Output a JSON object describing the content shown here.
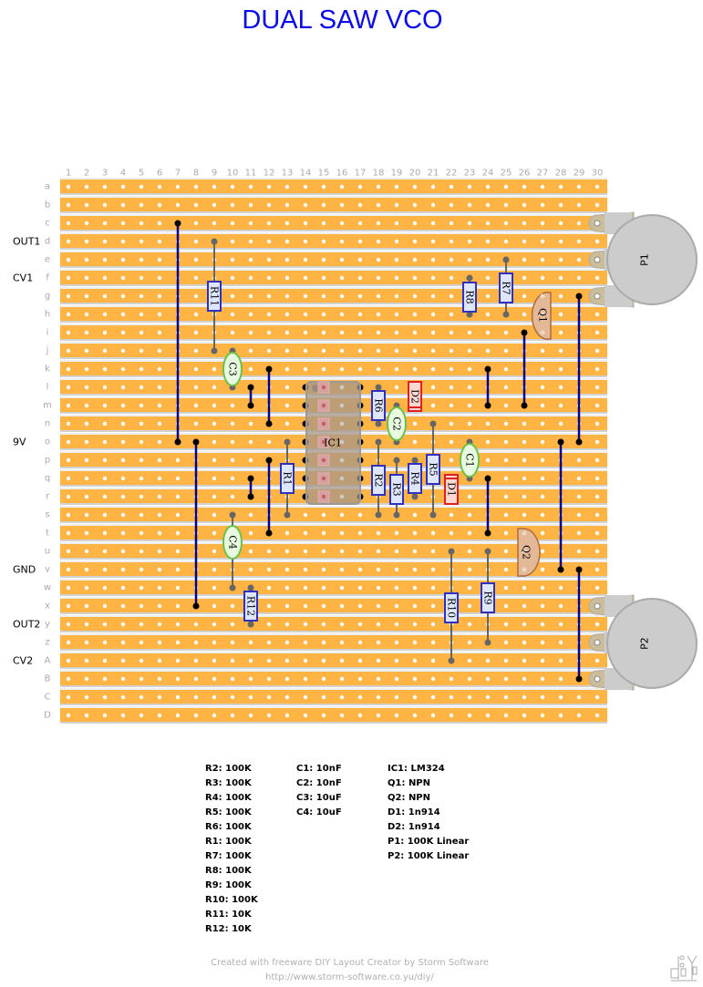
{
  "title": "DUAL SAW VCO",
  "columns": [
    "1",
    "2",
    "3",
    "4",
    "5",
    "6",
    "7",
    "8",
    "9",
    "10",
    "11",
    "12",
    "13",
    "14",
    "15",
    "16",
    "17",
    "18",
    "19",
    "20",
    "21",
    "22",
    "23",
    "24",
    "25",
    "26",
    "27",
    "28",
    "29",
    "30"
  ],
  "rows": [
    "a",
    "b",
    "c",
    "d",
    "e",
    "f",
    "g",
    "h",
    "i",
    "j",
    "k",
    "l",
    "m",
    "n",
    "o",
    "p",
    "q",
    "r",
    "s",
    "t",
    "u",
    "v",
    "w",
    "x",
    "y",
    "z",
    "A",
    "B",
    "C",
    "D"
  ],
  "connections": {
    "OUT1": "OUT1",
    "CV1": "CV1",
    "V9": "9V",
    "GND": "GND",
    "OUT2": "OUT2",
    "CV2": "CV2"
  },
  "labels": {
    "R1": "R1",
    "R2": "R2",
    "R3": "R3",
    "R4": "R4",
    "R5": "R5",
    "R6": "R6",
    "R7": "R7",
    "R8": "R8",
    "R9": "R9",
    "R10": "R10",
    "R11": "R11",
    "R12": "R12",
    "C1": "C1",
    "C2": "C2",
    "C3": "C3",
    "C4": "C4",
    "D1": "D1",
    "D2": "D2",
    "Q1": "Q1",
    "Q2": "Q2",
    "IC1": "IC1",
    "P1": "P1",
    "P2": "P2"
  },
  "bom": {
    "resistors": [
      "R2: 100K",
      "R3: 100K",
      "R4: 100K",
      "R5: 100K",
      "R6: 100K",
      "R1: 100K",
      "R7: 100K",
      "R8: 100K",
      "R9: 100K",
      "R10: 100K",
      "R11: 10K",
      "R12: 10K"
    ],
    "capacitors": [
      "C1: 10nF",
      "C2: 10nF",
      "C3: 10uF",
      "C4: 10uF"
    ],
    "other": [
      "IC1: LM324",
      "Q1: NPN",
      "Q2: NPN",
      "D1: 1n914",
      "D2: 1n914",
      "P1: 100K Linear",
      "P2: 100K Linear"
    ]
  },
  "footer": {
    "line1": "Created with freeware DIY Layout Creator by Storm Software",
    "line2": "http://www.storm-software.co.yu/diy/"
  },
  "colors": {
    "strip": "#ffb444",
    "wire": "#00008c",
    "title": "#0a0ae6"
  }
}
